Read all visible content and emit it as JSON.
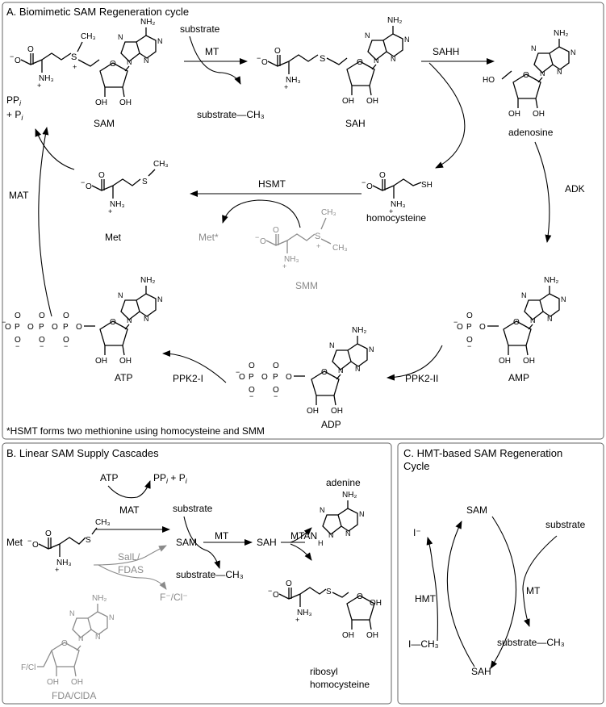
{
  "panelA": {
    "title": "A. Biomimetic SAM Regeneration cycle",
    "footnote": "*HSMT forms two methionine using homocysteine and SMM",
    "compounds": {
      "sam": "SAM",
      "sah": "SAH",
      "adenosine": "adenosine",
      "amp": "AMP",
      "adp": "ADP",
      "atp": "ATP",
      "met": "Met",
      "homocysteine": "homocysteine",
      "smm": "SMM",
      "met_star": "Met*",
      "substrate": "substrate",
      "substrate_ch3": "substrate—CH₃",
      "pp_pi_line1": "PP",
      "pp_pi_line2": "+ P"
    },
    "enzymes": {
      "mt": "MT",
      "sahh": "SAHH",
      "adk": "ADK",
      "ppk2_ii": "PPK2-II",
      "ppk2_i": "PPK2-I",
      "mat": "MAT",
      "hsmt": "HSMT"
    }
  },
  "panelB": {
    "title": "B. Linear SAM Supply Cascades",
    "labels": {
      "atp": "ATP",
      "pp_pi": "PP",
      "mat": "MAT",
      "substrate": "substrate",
      "met": "Met",
      "sam": "SAM",
      "mt": "MT",
      "sah": "SAH",
      "mtan": "MTAN",
      "adenine": "adenine",
      "sall_fdas": "SalL/\nFDAS",
      "substrate_ch3": "substrate—CH₃",
      "f_cl": "F⁻/Cl⁻",
      "fda_cida": "FDA/ClDA",
      "ribosyl": "ribosyl",
      "homocysteine": "homocysteine",
      "f_cl_atom": "F/Cl"
    }
  },
  "panelC": {
    "title_line1": "C. HMT-based SAM Regeneration",
    "title_line2": "Cycle",
    "labels": {
      "sam": "SAM",
      "sah": "SAH",
      "substrate": "substrate",
      "mt": "MT",
      "substrate_ch3": "substrate—CH₃",
      "hmt": "HMT",
      "iodide": "I⁻",
      "ich3": "I—CH₃"
    }
  }
}
